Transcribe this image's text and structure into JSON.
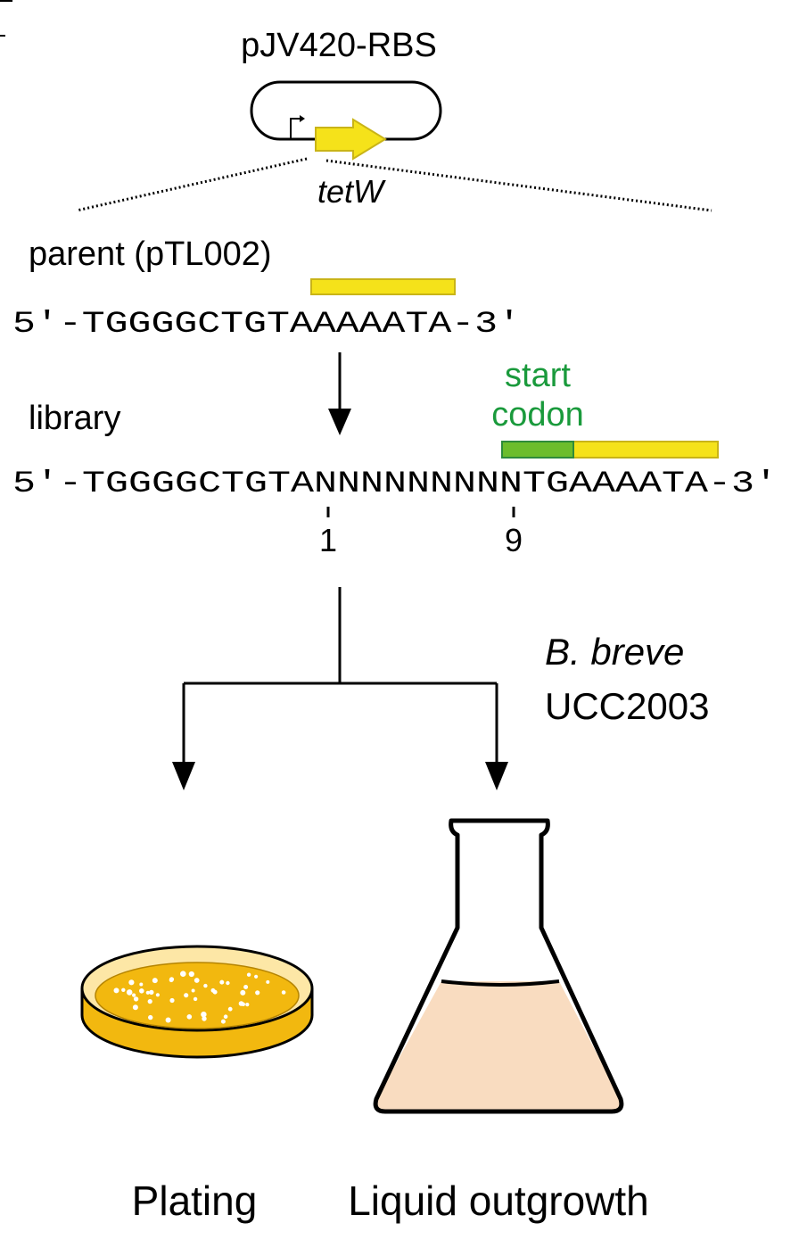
{
  "plasmid": {
    "name": "pJV420-RBS",
    "gene": "tetW"
  },
  "parent": {
    "label": "parent (pTL002)",
    "sequence": "5'-TGGGGCTGTAAAAATA-3'"
  },
  "library": {
    "label": "library",
    "start_codon_line1": "start",
    "start_codon_line2": "codon",
    "sequence": "5'-TGGGGCTGTANNNNNNNNNTGAAAATA-3'",
    "pos_start": "1",
    "pos_end": "9"
  },
  "strain": {
    "genus": "B. breve",
    "name": "UCC2003"
  },
  "outcomes": {
    "left": "Plating",
    "right": "Liquid outgrowth"
  },
  "colors": {
    "gene_yellow": "#f5e21a",
    "gene_outline": "#c9b417",
    "start_codon_green": "#6cbd2c",
    "start_codon_outline": "#2e8b3a",
    "label_green": "#1a9a3c",
    "agar": "#f2b80f",
    "liquid": "#f9dcc0"
  }
}
